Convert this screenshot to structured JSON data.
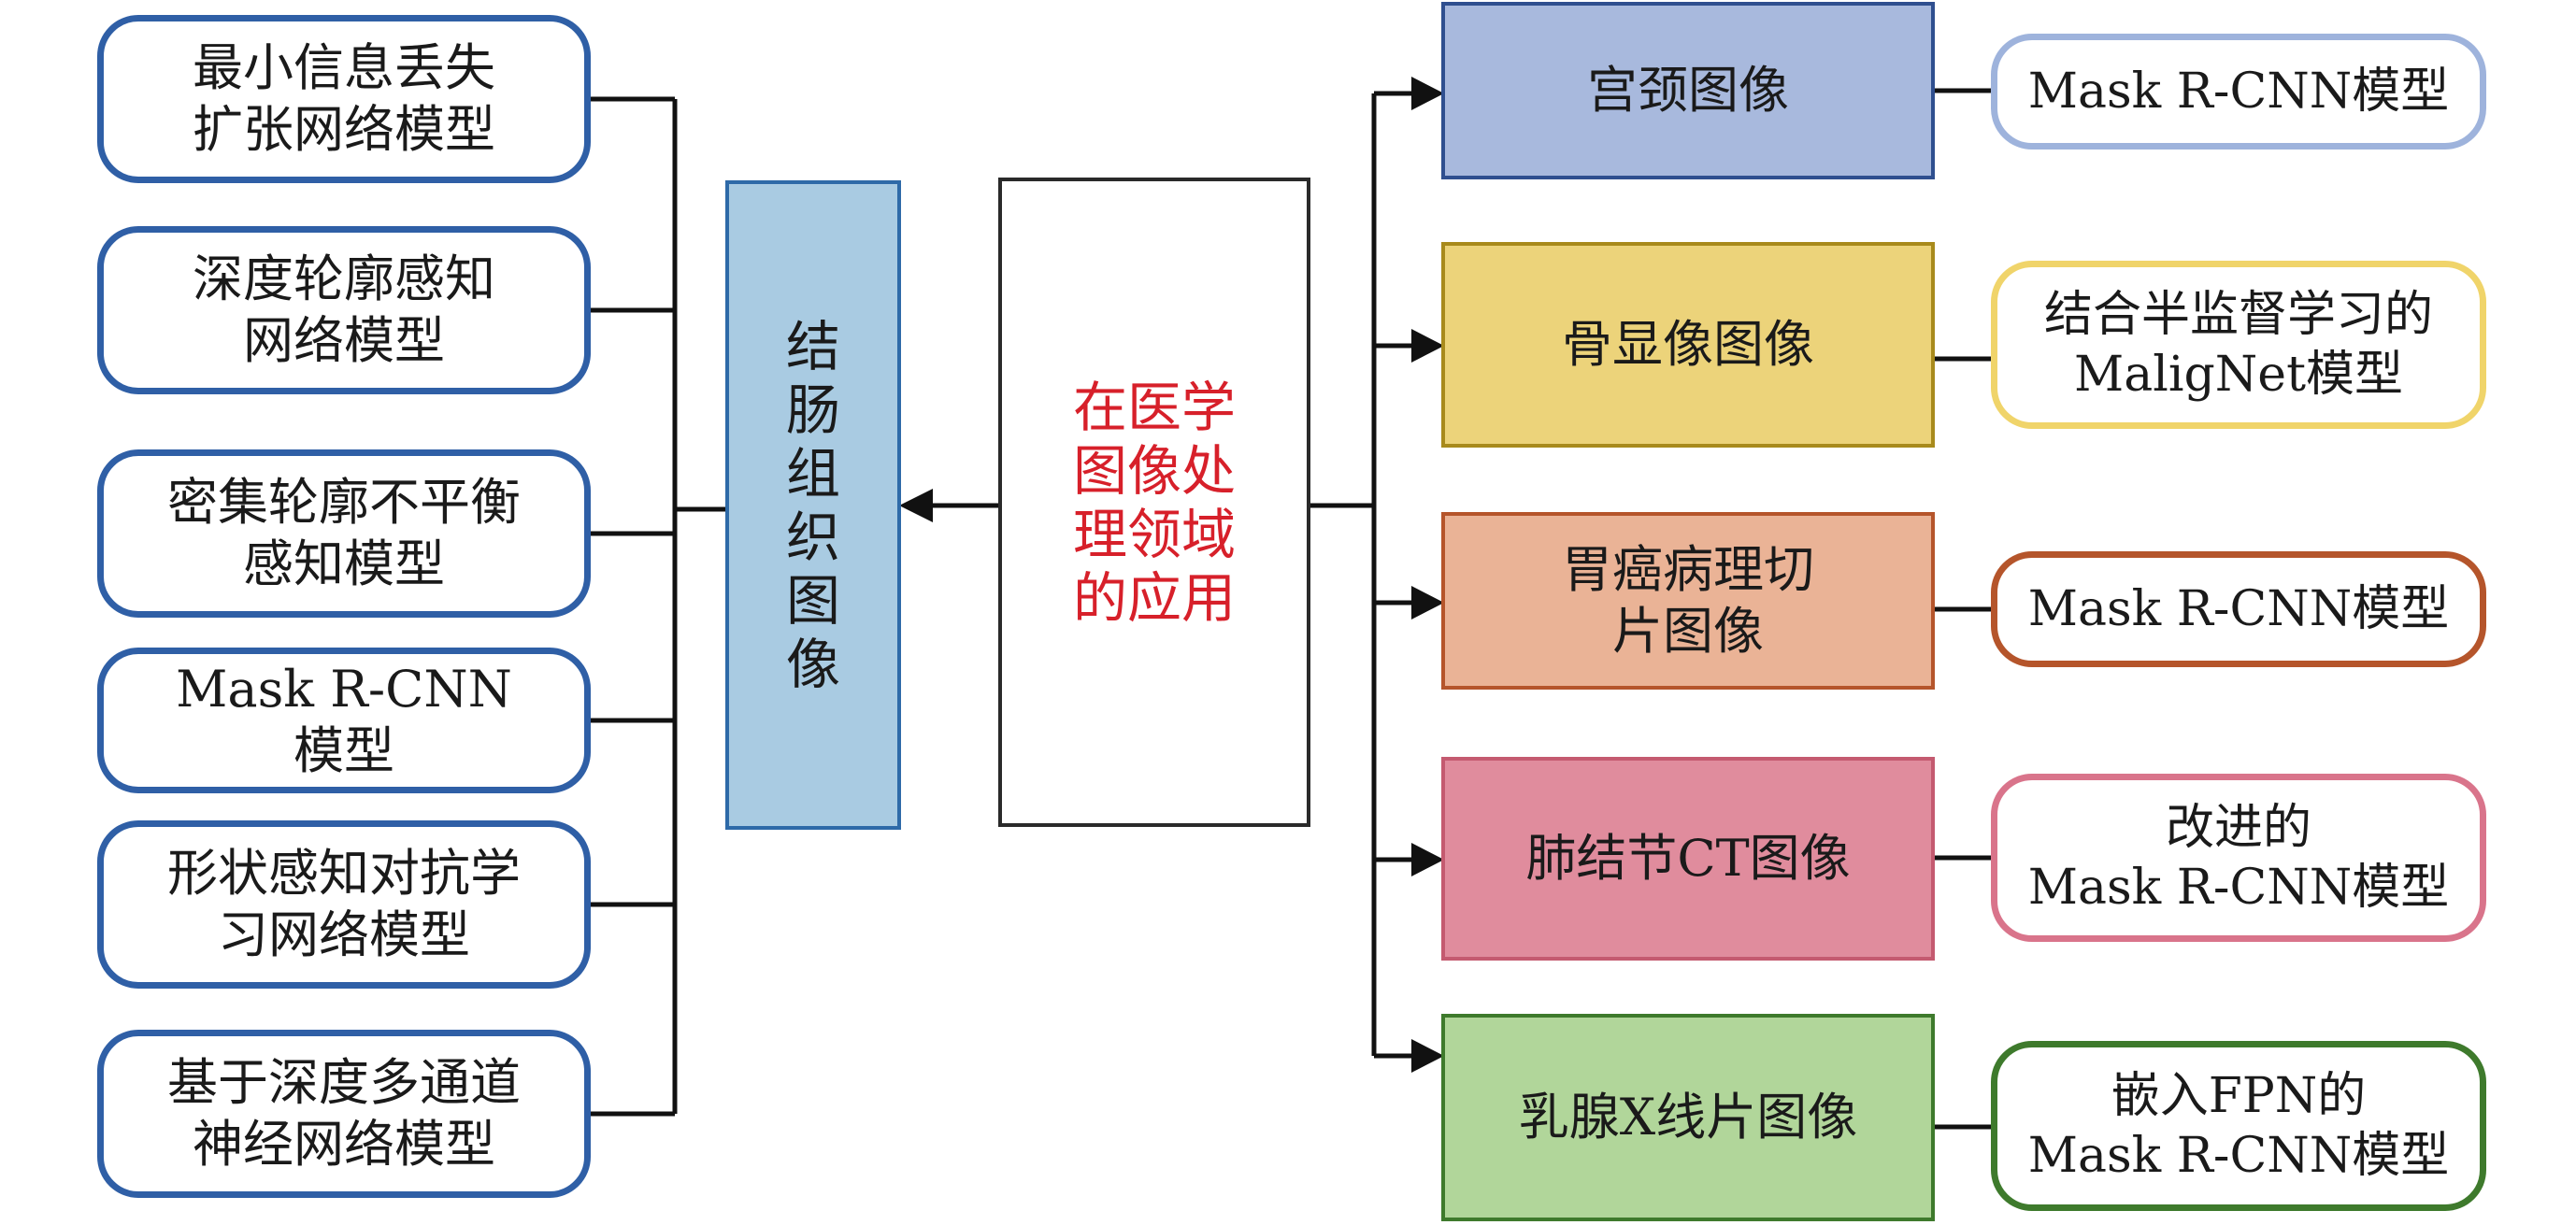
{
  "center": {
    "application_label": "在医学图像处理领域的应用",
    "colon_tissue_label": "结肠组织图像"
  },
  "left_models": [
    {
      "label": "最小信息丢失\n扩张网络模型"
    },
    {
      "label": "深度轮廓感知\n网络模型"
    },
    {
      "label": "密集轮廓不平衡\n感知模型"
    },
    {
      "label": "Mask R-CNN\n模型"
    },
    {
      "label": "形状感知对抗学\n习网络模型"
    },
    {
      "label": "基于深度多通道\n神经网络模型"
    }
  ],
  "image_types": [
    {
      "label": "宫颈图像",
      "fill": "#a8b9dd",
      "border": "#2f4f8f"
    },
    {
      "label": "骨显像图像",
      "fill": "#ecd37a",
      "border": "#a88a1c"
    },
    {
      "label": "胃癌病理切\n片图像",
      "fill": "#eab396",
      "border": "#b5552b"
    },
    {
      "label": "肺结节CT图像",
      "fill": "#e08c9d",
      "border": "#c45a70"
    },
    {
      "label": "乳腺X线片图像",
      "fill": "#b1d69a",
      "border": "#3e7a2c"
    }
  ],
  "right_models": [
    {
      "label": "Mask R-CNN模型",
      "border": "#9eb3dc"
    },
    {
      "label": "结合半监督学习的\nMaligNet模型",
      "border": "#f0d46a"
    },
    {
      "label": "Mask R-CNN模型",
      "border": "#b5552b"
    },
    {
      "label": "改进的\nMask R-CNN模型",
      "border": "#d9748b"
    },
    {
      "label": "嵌入FPN的\nMask R-CNN模型",
      "border": "#3e7a2c"
    }
  ]
}
